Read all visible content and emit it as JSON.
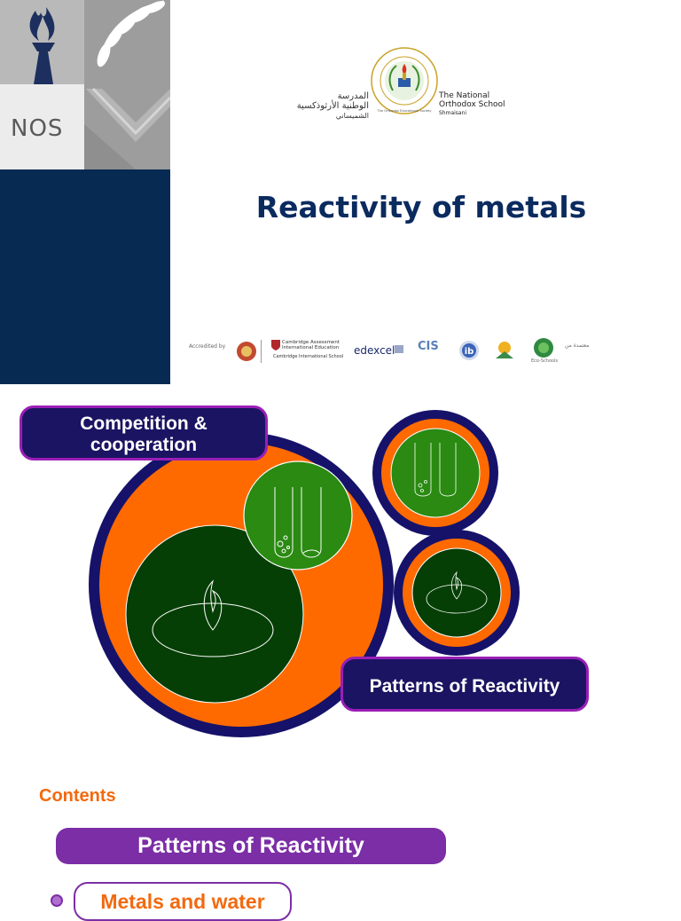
{
  "slide1": {
    "badge_text": "NOS",
    "school_name_arabic_lines": [
      "المدرسة",
      "الوطنية الأرثوذكسية",
      "الشميساني"
    ],
    "school_name_english_lines": [
      "The National",
      "Orthodox School"
    ],
    "school_location": "Shmaisani",
    "seal_ring_text": "The Orthodox Educational Society",
    "title": "Reactivity of metals",
    "accreditation": {
      "label_left": "Accredited by",
      "cambridge_line1": "Cambridge Assessment",
      "cambridge_line2": "International Education",
      "cambridge_line3": "Cambridge International School",
      "edexcel": "edexcel",
      "cis": "CIS",
      "ib": "ib",
      "eco_schools": "Eco-Schools",
      "label_right": "معتمدة من"
    }
  },
  "graphic": {
    "colors": {
      "navy": "#16126a",
      "orange": "#ff6a00",
      "dark_green": "#053f05",
      "green": "#2a8a12",
      "pill_border": "#9a1fb5"
    },
    "pill_competition_lines": [
      "Competition &",
      "cooperation"
    ],
    "pill_patterns": "Patterns of Reactivity"
  },
  "contents": {
    "heading": "Contents",
    "section": "Patterns of Reactivity",
    "items": [
      "Metals and water"
    ],
    "accent": "#f26a10",
    "purple": "#7b2ea6"
  }
}
